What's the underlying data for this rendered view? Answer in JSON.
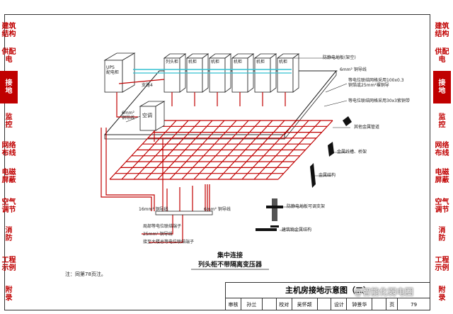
{
  "left_tabs": [
    {
      "label": "建筑\n结构",
      "active": false
    },
    {
      "label": "供配\n电",
      "active": false
    },
    {
      "label": "接\n地",
      "active": true
    },
    {
      "label": "监\n控",
      "active": false
    },
    {
      "label": "网络\n布线",
      "active": false
    },
    {
      "label": "电磁\n屏蔽",
      "active": false
    },
    {
      "label": "空气\n调节",
      "active": false
    },
    {
      "label": "消\n防",
      "active": false
    },
    {
      "label": "工程\n示例",
      "active": false
    },
    {
      "label": "附\n录",
      "active": false
    }
  ],
  "right_tabs": [
    {
      "label": "建筑\n结构",
      "active": false
    },
    {
      "label": "供配\n电",
      "active": false
    },
    {
      "label": "接\n地",
      "active": true
    },
    {
      "label": "监\n控",
      "active": false
    },
    {
      "label": "网络\n布线",
      "active": false
    },
    {
      "label": "电磁\n屏蔽",
      "active": false
    },
    {
      "label": "空气\n调节",
      "active": false
    },
    {
      "label": "消\n防",
      "active": false
    },
    {
      "label": "工程\n示例",
      "active": false
    },
    {
      "label": "附\n录",
      "active": false
    }
  ],
  "diagram": {
    "ups_label": "UPS\n配电柜",
    "rack_labels": [
      "列头柜",
      "机柜",
      "机柜",
      "机柜",
      "机柜",
      "机柜"
    ],
    "ac_label": "空调",
    "branch_label": "支路4",
    "callouts": {
      "ground_busbar": "防静电地板(架空)",
      "wire_6mm": "6mm² 铜导线",
      "equip_bonding": "等电位联结网格采用100x0.3\n铜箔或25mm²裸铜导",
      "mesh_bonding": "等电位联结网格采用30x3紫铜带",
      "metal_pipe": "其他金属管道",
      "metal_rail": "金属线槽、桥架",
      "metal_structure": "金属结构",
      "floor_support": "防静电地板可调支架",
      "building_steel": "建筑物金属结构",
      "ac_wire": "6mm²\n铜导线",
      "bus_16": "16mm² 铜导线",
      "bus_6": "6mm² 铜导线",
      "local_bonding": "局部等电位联结端子",
      "wire_25": "25mm² 铜导线",
      "main_bonding": "接至大楼总等电位联结端子"
    },
    "caption_main": "集中连接",
    "caption_sub": "列头柜不带隔离变压器",
    "note": "注：同第78页注。"
  },
  "title_block": {
    "title": "主机房接地示意图（二）",
    "cells": [
      "审核",
      "孙兰",
      "",
      "校对",
      "吴怀颉",
      "",
      "设计",
      "钟景华",
      "",
      "页",
      "79"
    ]
  },
  "watermark": "@智能化弱电圈"
}
